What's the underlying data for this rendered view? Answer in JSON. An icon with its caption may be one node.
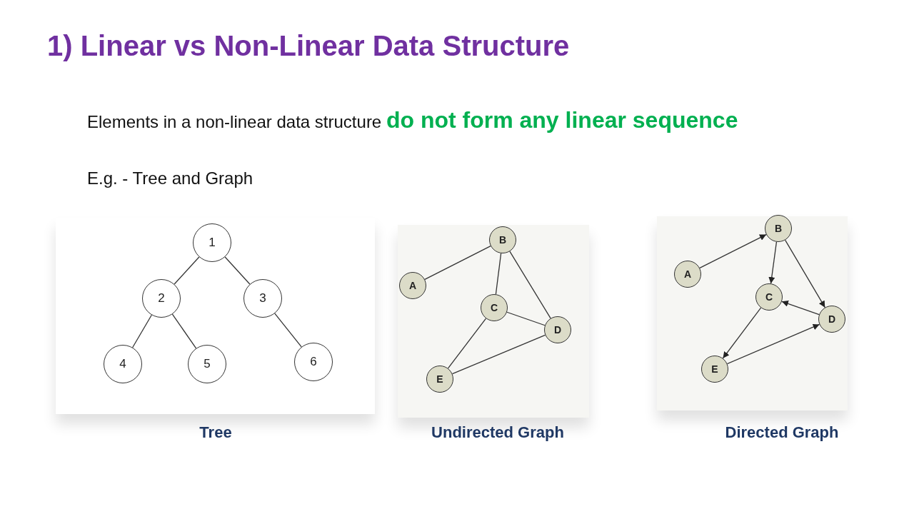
{
  "diagram": {
    "title": "1) Linear vs Non-Linear Data Structure",
    "nodes": [
      {
        "text": [
          "Tree"
        ]
      },
      {
        "text": [
          "1"
        ],
        "in": 0
      },
      {
        "text": [
          "2"
        ],
        "in": 0
      },
      {
        "text": [
          "3"
        ],
        "in": 0
      },
      {
        "text": [
          "4"
        ],
        "in": 0
      },
      {
        "text": [
          "5"
        ],
        "in": 0
      },
      {
        "text": [
          "6"
        ],
        "in": 0
      },
      {
        "text": [
          "Undirected Graph"
        ]
      },
      {
        "text": [
          "A"
        ],
        "in": 7
      },
      {
        "text": [
          "B"
        ],
        "in": 7
      },
      {
        "text": [
          "C"
        ],
        "in": 7
      },
      {
        "text": [
          "D"
        ],
        "in": 7
      },
      {
        "text": [
          "E"
        ],
        "in": 7
      },
      {
        "text": [
          "Directed Graph"
        ]
      },
      {
        "text": [
          "A"
        ],
        "in": 13
      },
      {
        "text": [
          "B"
        ],
        "in": 13
      },
      {
        "text": [
          "C"
        ],
        "in": 13
      },
      {
        "text": [
          "D"
        ],
        "in": 13
      },
      {
        "text": [
          "E"
        ],
        "in": 13
      }
    ],
    "edges": [
      {
        "from": 1,
        "to": 2,
        "arrow": "none"
      },
      {
        "from": 1,
        "to": 3,
        "arrow": "none"
      },
      {
        "from": 2,
        "to": 4,
        "arrow": "none"
      },
      {
        "from": 2,
        "to": 5,
        "arrow": "none"
      },
      {
        "from": 3,
        "to": 6,
        "arrow": "none"
      },
      {
        "from": 8,
        "to": 9,
        "arrow": "none"
      },
      {
        "from": 9,
        "to": 10,
        "arrow": "none"
      },
      {
        "from": 9,
        "to": 11,
        "arrow": "none"
      },
      {
        "from": 10,
        "to": 11,
        "arrow": "none"
      },
      {
        "from": 10,
        "to": 12,
        "arrow": "none"
      },
      {
        "from": 12,
        "to": 11,
        "arrow": "none"
      },
      {
        "from": 14,
        "to": 15,
        "arrow": "to"
      },
      {
        "from": 15,
        "to": 16,
        "arrow": "to"
      },
      {
        "from": 15,
        "to": 17,
        "arrow": "to"
      },
      {
        "from": 17,
        "to": 16,
        "arrow": "to"
      },
      {
        "from": 16,
        "to": 18,
        "arrow": "to"
      },
      {
        "from": 18,
        "to": 17,
        "arrow": "to"
      }
    ],
    "labels": [
      "Elements in a non-linear data structure **do not form any linear sequence**",
      "E.g. - Tree and Graph"
    ]
  }
}
